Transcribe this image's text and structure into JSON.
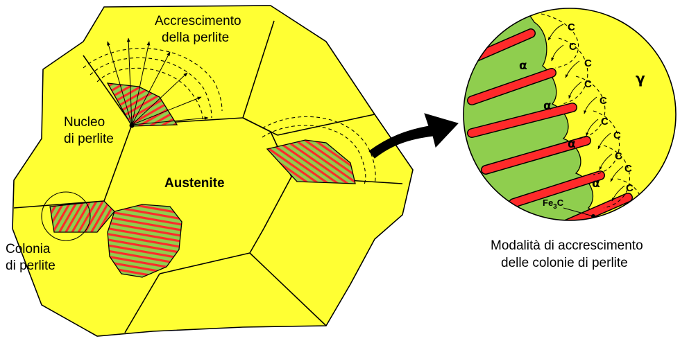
{
  "colors": {
    "austenite": "#ffff33",
    "ferrite": "#8fce4e",
    "cementite": "#ff2a2a",
    "outline": "#000000"
  },
  "left": {
    "growth_label_1": "Accrescimento",
    "growth_label_2": "della perlite",
    "nucleus_label_1": "Nucleo",
    "nucleus_label_2": "di perlite",
    "austenite_label": "Austenite",
    "colony_label_1": "Colonia",
    "colony_label_2": "di perlite"
  },
  "right": {
    "gamma_label": "γ",
    "alpha_label": "α",
    "carbon_label": "C",
    "cementite_main": "Fe",
    "cementite_sub": "3",
    "cementite_tail": "C",
    "caption_1": "Modalità di accrescimento",
    "caption_2": "delle colonie di perlite"
  }
}
